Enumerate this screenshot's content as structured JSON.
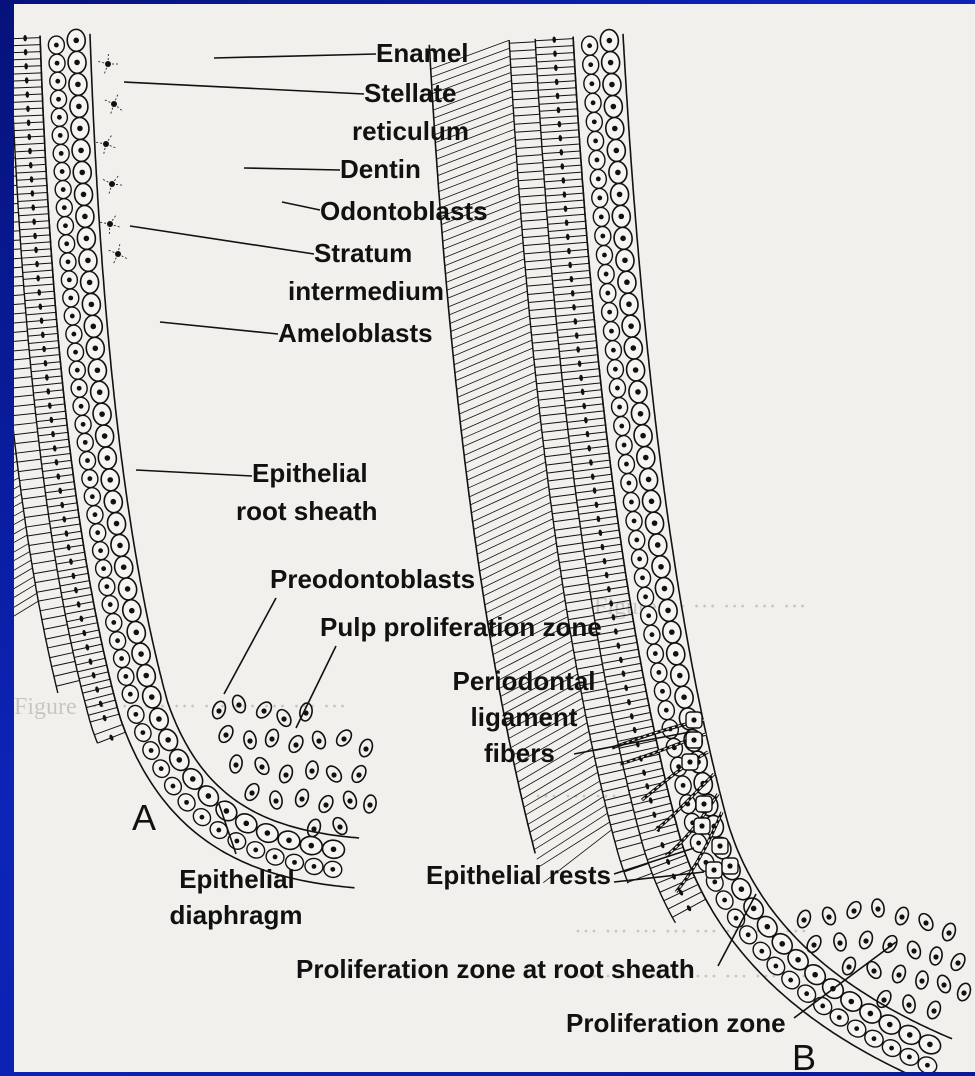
{
  "labels": {
    "enamel": "Enamel",
    "stellate_1": "Stellate",
    "stellate_2": "reticulum",
    "dentin": "Dentin",
    "odontoblasts": "Odontoblasts",
    "stratum_1": "Stratum",
    "stratum_2": "intermedium",
    "ameloblasts": "Ameloblasts",
    "ers_1": "Epithelial",
    "ers_2": "root sheath",
    "preodontoblasts": "Preodontoblasts",
    "pulp_zone": "Pulp proliferation zone",
    "pdl_1": "Periodontal",
    "pdl_2": "ligament",
    "pdl_3": "fibers",
    "diaphragm_1": "Epithelial",
    "diaphragm_2": "diaphragm",
    "rests": "Epithelial rests",
    "prolif_sheath": "Proliferation zone at root sheath",
    "prolif_zone": "Proliferation zone"
  },
  "panels": {
    "a": "A",
    "b": "B"
  },
  "colors": {
    "background": "#0a1a8c",
    "paper": "#f2f0ec",
    "ink": "#111111"
  }
}
